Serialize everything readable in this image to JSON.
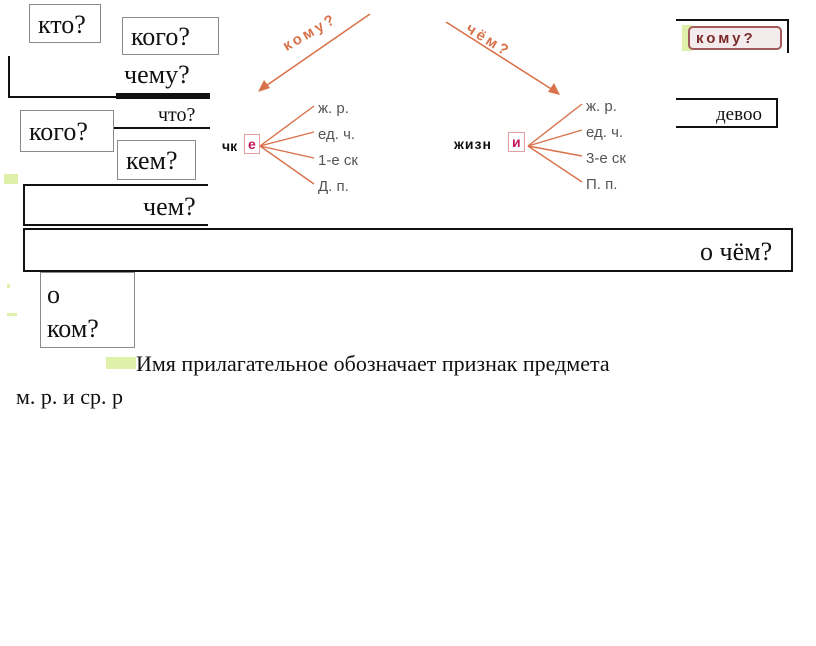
{
  "questions": {
    "kto": "кто?",
    "kogo_top": "кого?",
    "chemu": "чему?",
    "chto": "что?",
    "kogo": "кого?",
    "kem": "кем?",
    "chem": "чем?",
    "o_chyom": "о чём?",
    "o": "о",
    "kom": "ком?"
  },
  "top_right": {
    "komu_badge": "кому?",
    "devoo": "девоо"
  },
  "diagram": {
    "left": {
      "arrow_label": "кому?",
      "word_stem": "чк",
      "word_ending": "е",
      "branches": [
        "ж. р.",
        "ед. ч.",
        "1-е ск",
        "Д. п."
      ]
    },
    "right": {
      "arrow_label": "чём?",
      "word_stem": "жизн",
      "word_ending": "и",
      "branches": [
        "ж. р.",
        "ед. ч.",
        "3-е ск",
        "П. п."
      ]
    }
  },
  "text": {
    "line1": "Имя прилагательное обозначает признак предмета",
    "line2": "м. р. и ср. р"
  },
  "colors": {
    "accent": "#d9724a",
    "highlight": "#dff0a8",
    "ending_box": "#e3a0a0"
  }
}
